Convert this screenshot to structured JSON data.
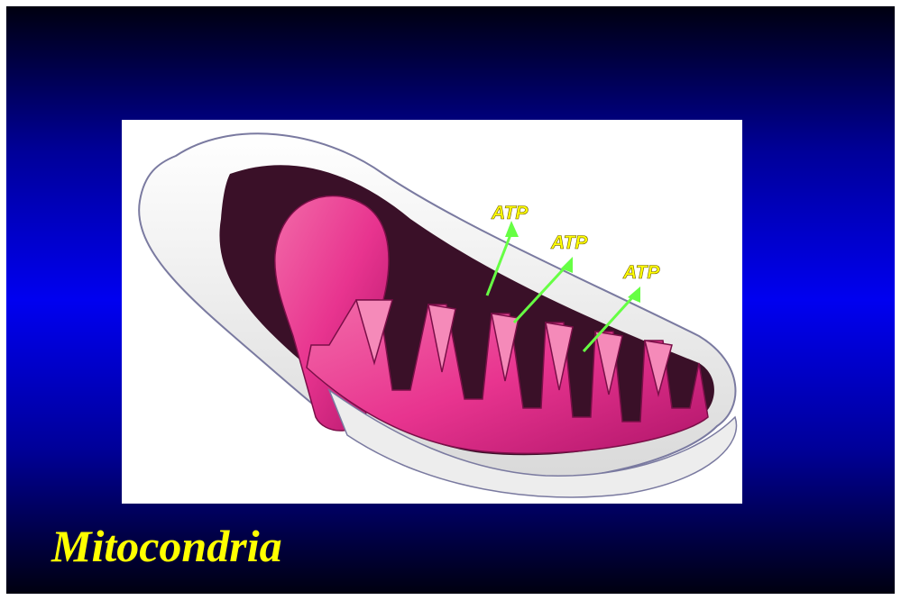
{
  "slide": {
    "title": "Mitocondria",
    "background_colors": [
      "#000010",
      "#0000f0"
    ],
    "title_color": "#ffff00"
  },
  "illustration": {
    "subject": "mitochondrion-cutaway",
    "labels": [
      {
        "text": "ATP"
      },
      {
        "text": "ATP"
      },
      {
        "text": "ATP"
      }
    ],
    "label_color": "#ffff00",
    "arrow_color": "#66ff44",
    "cristae_color": "#e8348f",
    "membrane_color": "#f2f2f2"
  }
}
